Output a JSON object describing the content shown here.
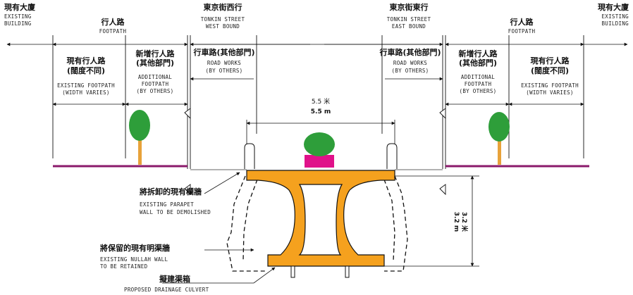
{
  "labels": {
    "existing_building_left_zh": "現有大廈",
    "existing_building_left_en_1": "EXISTING",
    "existing_building_left_en_2": "BUILDING",
    "existing_building_right_zh": "現有大廈",
    "existing_building_right_en_1": "EXISTING",
    "existing_building_right_en_2": "BUILDING",
    "footpath_left_zh": "行人路",
    "footpath_left_en": "FOOTPATH",
    "footpath_right_zh": "行人路",
    "footpath_right_en": "FOOTPATH",
    "tonkin_west_zh": "東京街西行",
    "tonkin_west_en_1": "TONKIN STREET",
    "tonkin_west_en_2": "WEST BOUND",
    "tonkin_east_zh": "東京街東行",
    "tonkin_east_en_1": "TONKIN STREET",
    "tonkin_east_en_2": "EAST BOUND",
    "road_works_left_zh": "行車路(其他部門)",
    "road_works_left_en_1": "ROAD WORKS",
    "road_works_left_en_2": "(BY OTHERS)",
    "road_works_right_zh": "行車路(其他部門)",
    "road_works_right_en_1": "ROAD WORKS",
    "road_works_right_en_2": "(BY OTHERS)",
    "existing_fp_left_zh_1": "現有行人路",
    "existing_fp_left_zh_2": "(闊度不同)",
    "existing_fp_left_en_1": "EXISTING FOOTPATH",
    "existing_fp_left_en_2": "(WIDTH VARIES)",
    "additional_fp_left_zh_1": "新增行人路",
    "additional_fp_left_zh_2": "(其他部門)",
    "additional_fp_left_en_1": "ADDITIONAL",
    "additional_fp_left_en_2": "FOOTPATH",
    "additional_fp_left_en_3": "(BY OTHERS)",
    "additional_fp_right_zh_1": "新增行人路",
    "additional_fp_right_zh_2": "(其他部門)",
    "additional_fp_right_en_1": "ADDITIONAL",
    "additional_fp_right_en_2": "FOOTPATH",
    "additional_fp_right_en_3": "(BY OTHERS)",
    "existing_fp_right_zh_1": "現有行人路",
    "existing_fp_right_zh_2": "(闊度不同)",
    "existing_fp_right_en_1": "EXISTING FOOTPATH",
    "existing_fp_right_en_2": "(WIDTH VARIES)",
    "width_zh": "5.5 米",
    "width_en": "5.5 m",
    "height_zh": "3.2 米",
    "height_en": "3.2 m",
    "parapet_zh": "將拆卸的現有欄牆",
    "parapet_en_1": "EXISTING PARAPET",
    "parapet_en_2": "WALL TO BE DEMOLISHED",
    "nullah_zh": "將保留的現有明渠牆",
    "nullah_en_1": "EXISTING NULLAH WALL",
    "nullah_en_2": "TO BE RETAINED",
    "culvert_zh": "擬建渠箱",
    "culvert_en": "PROPOSED DRAINAGE CULVERT"
  },
  "colors": {
    "culvert_fill": "#f5a11e",
    "footpath_line": "#8b1a6b",
    "planter": "#e0128a",
    "tree_green": "#2e9e3a",
    "tree_trunk": "#e8a23a"
  }
}
